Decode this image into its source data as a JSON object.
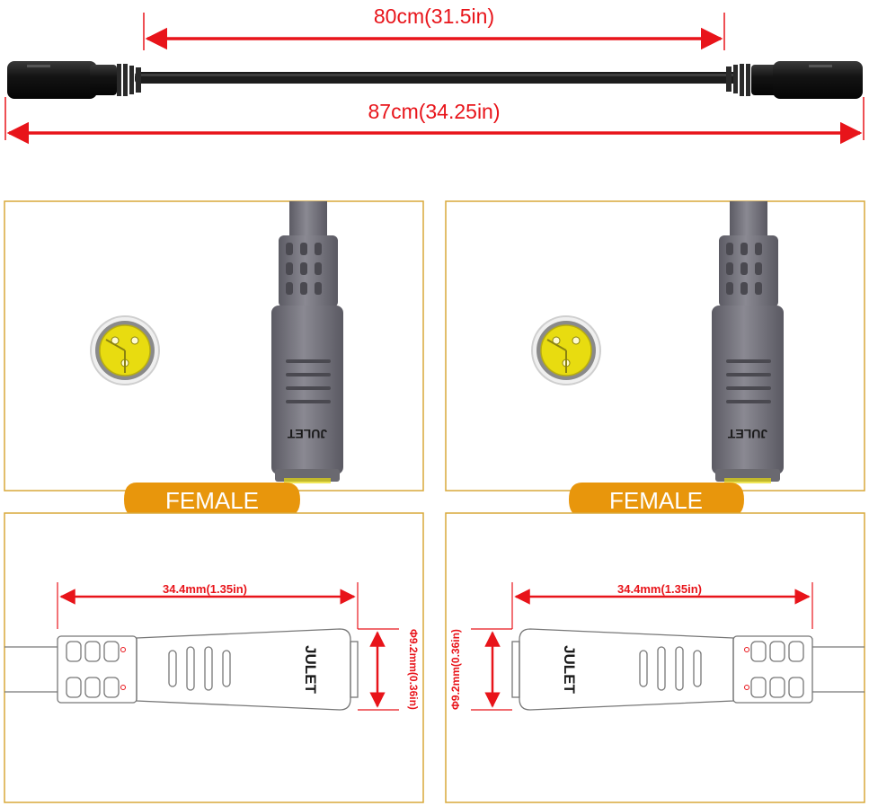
{
  "colors": {
    "dimension": "#e8141a",
    "panel_border": "#d9a93a",
    "badge": "#e8960c",
    "badge_text": "#ffffff",
    "cable": "#1a1a1a",
    "connector_gray": "#77767f",
    "pin_face": "#e8dc10"
  },
  "cable_overview": {
    "inner_length_label": "80cm(31.5in)",
    "total_length_label": "87cm(34.25in)"
  },
  "panels": [
    {
      "badge_label": "FEMALE",
      "brand_label": "JULET",
      "icon": "female-connector-icon"
    },
    {
      "badge_label": "FEMALE",
      "brand_label": "JULET",
      "icon": "female-connector-icon"
    }
  ],
  "dimension_panels": [
    {
      "length_label": "34.4mm(1.35in)",
      "diameter_label": "Φ9.2mm(0.36in)",
      "brand_label": "JULET"
    },
    {
      "length_label": "34.4mm(1.35in)",
      "diameter_label": "Φ9.2mm(0.36in)",
      "brand_label": "JULET"
    }
  ]
}
